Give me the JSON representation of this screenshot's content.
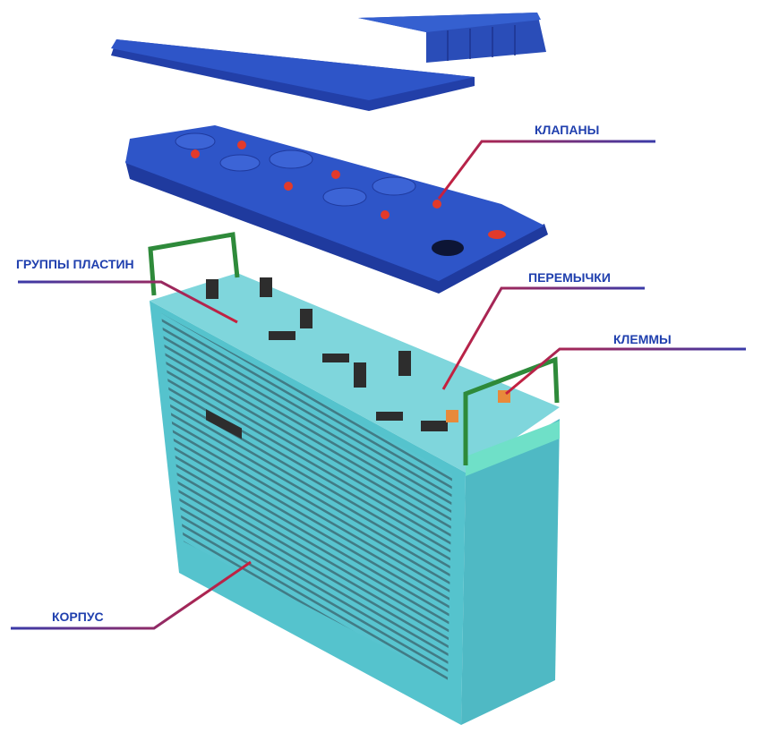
{
  "labels": {
    "valves": "КЛАПАНЫ",
    "plate_groups": "ГРУППЫ ПЛАСТИН",
    "jumpers": "ПЕРЕМЫЧКИ",
    "terminals": "КЛЕММЫ",
    "case": "КОРПУС"
  },
  "colors": {
    "lid": "#2b4fc0",
    "case": "#5cc9d3",
    "handle": "#2e8a3a",
    "valve": "#e23a2a",
    "label": "#1f3fae",
    "leader_start": "#c8203c",
    "leader_end": "#3a3aa8"
  }
}
